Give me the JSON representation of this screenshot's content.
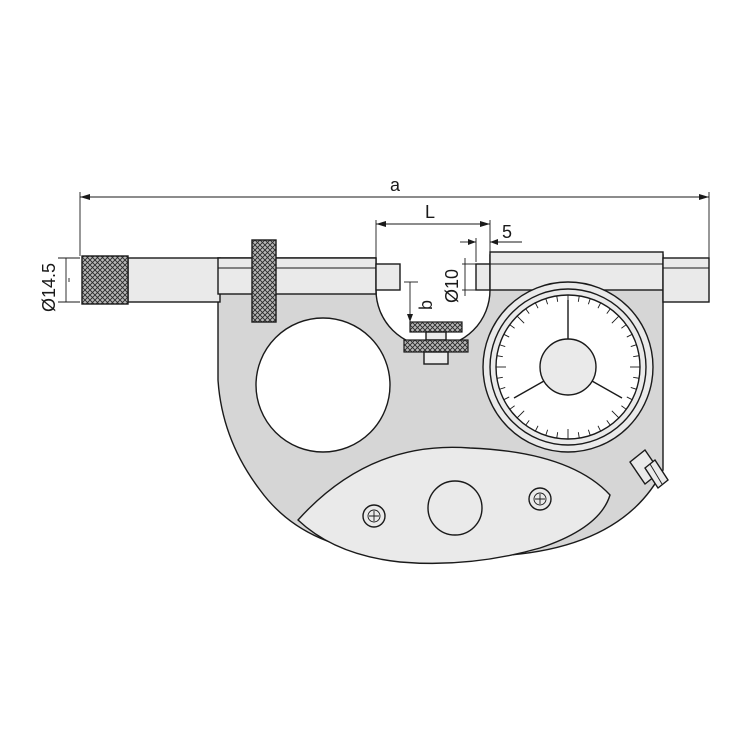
{
  "dimensions": {
    "overall_length": "a",
    "anvil_gap": "L",
    "offset": "5",
    "anvil_diameter": "Ø10",
    "depth": "b",
    "sleeve_diameter": "Ø14.5"
  },
  "colors": {
    "stroke": "#1a1a1a",
    "body": "#d6d6d6",
    "highlight": "#eaeaea",
    "knurl": "#9c9c9c"
  },
  "icons": {
    "screw": "phillips-screw-icon",
    "knurl": "knurled-grip-icon"
  }
}
